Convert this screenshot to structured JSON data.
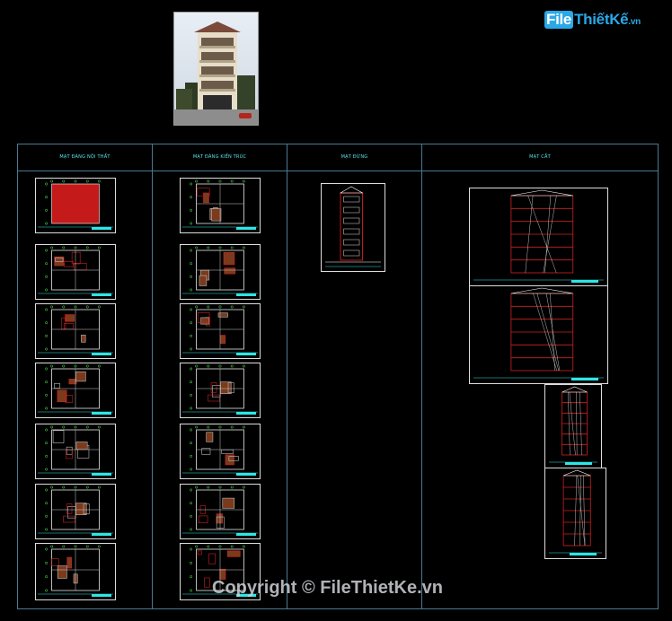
{
  "logo": {
    "file": "File",
    "rest": "ThiếtKế",
    "vn": ".vn"
  },
  "headers": [
    {
      "label": "MẠT ĐÀNG NỘI THẤT"
    },
    {
      "label": "MẠT ĐÀNG KIẾN TRÚC"
    },
    {
      "label": "MẠT ĐỨNG"
    },
    {
      "label": "MẠT CẮT"
    }
  ],
  "watermark": "Copyright © FileThietKe.vn",
  "colors": {
    "frame": "#4a7a92",
    "cyan": "#2ee6e6",
    "red": "#c41a1a",
    "grid": "#cc2222",
    "sheet_border": "#dddddd"
  }
}
